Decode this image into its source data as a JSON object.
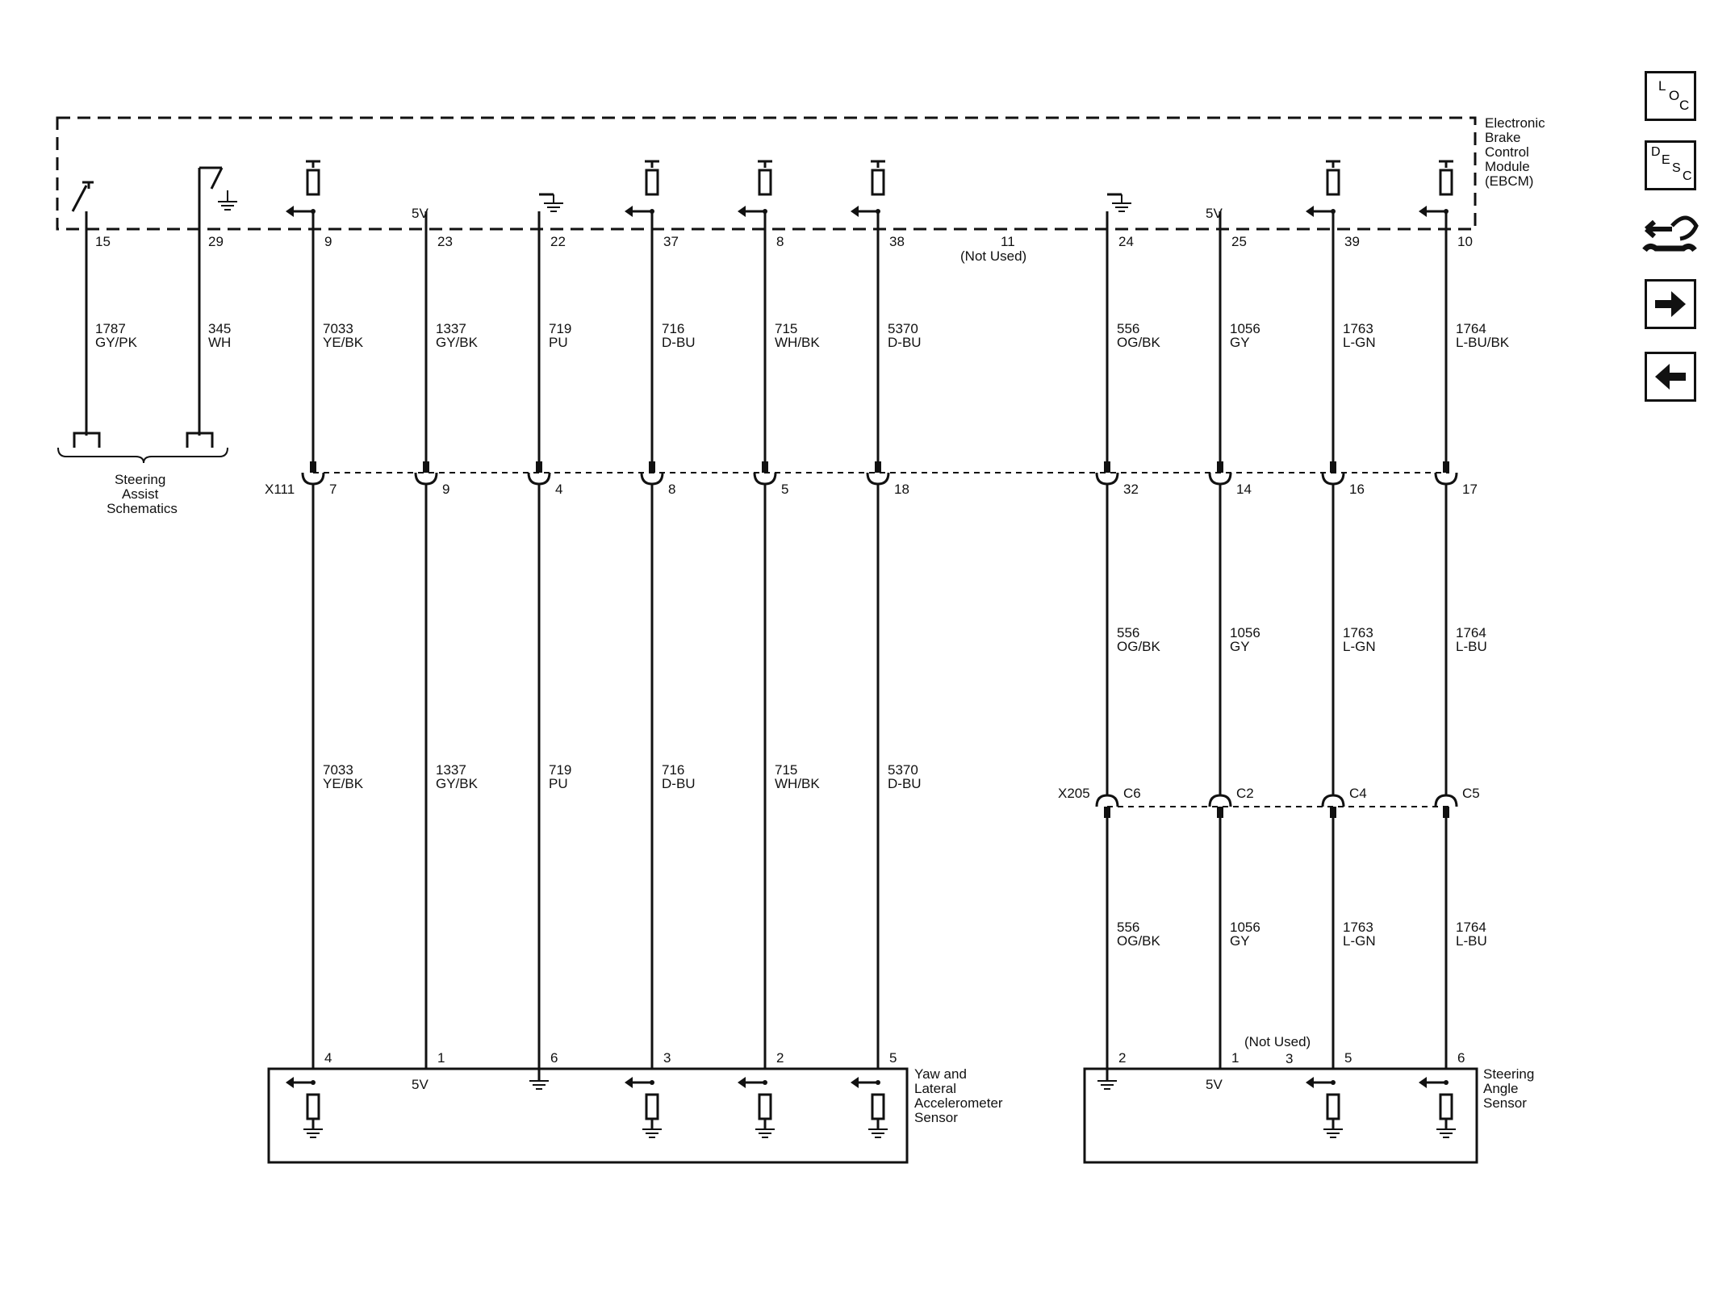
{
  "module": {
    "label_lines": [
      "Electronic",
      "Brake",
      "Control",
      "Module",
      "(EBCM)"
    ]
  },
  "supply_5v": "5V",
  "x111_label": "X111",
  "x205_label": "X205",
  "not_used": "(Not Used)",
  "steering_assist": {
    "label_lines": [
      "Steering",
      "Assist",
      "Schematics"
    ],
    "wires": [
      {
        "pin": "15",
        "circuit": "1787",
        "color": "GY/PK"
      },
      {
        "pin": "29",
        "circuit": "345",
        "color": "WH"
      }
    ]
  },
  "ebcm_pin_11": "11",
  "signal_wires": [
    {
      "ebcm_pin": "9",
      "circuit": "7033",
      "color": "YE/BK",
      "x111_pin": "7",
      "sensor_pin": "4"
    },
    {
      "ebcm_pin": "23",
      "circuit": "1337",
      "color": "GY/BK",
      "x111_pin": "9",
      "sensor_pin": "1"
    },
    {
      "ebcm_pin": "22",
      "circuit": "719",
      "color": "PU",
      "x111_pin": "4",
      "sensor_pin": "6"
    },
    {
      "ebcm_pin": "37",
      "circuit": "716",
      "color": "D-BU",
      "x111_pin": "8",
      "sensor_pin": "3"
    },
    {
      "ebcm_pin": "8",
      "circuit": "715",
      "color": "WH/BK",
      "x111_pin": "5",
      "sensor_pin": "2"
    },
    {
      "ebcm_pin": "38",
      "circuit": "5370",
      "color": "D-BU",
      "x111_pin": "18",
      "sensor_pin": "5"
    }
  ],
  "steering_wires": [
    {
      "ebcm_pin": "24",
      "circuit": "556",
      "color_top": "OG/BK",
      "color_lower": "OG/BK",
      "x111_pin": "32",
      "x205_pin": "C6",
      "sensor_pin": "2"
    },
    {
      "ebcm_pin": "25",
      "circuit": "1056",
      "color_top": "GY",
      "color_lower": "GY",
      "x111_pin": "14",
      "x205_pin": "C2",
      "sensor_pin": "1"
    },
    {
      "ebcm_pin": "39",
      "circuit": "1763",
      "color_top": "L-GN",
      "color_lower": "L-GN",
      "x111_pin": "16",
      "x205_pin": "C4",
      "sensor_pin": "5"
    },
    {
      "ebcm_pin": "10",
      "circuit": "1764",
      "color_top": "L-BU/BK",
      "color_lower": "L-BU",
      "x111_pin": "17",
      "x205_pin": "C5",
      "sensor_pin": "6"
    }
  ],
  "yaw_sensor": {
    "label_lines": [
      "Yaw and",
      "Lateral",
      "Accelerometer",
      "Sensor"
    ]
  },
  "steering_sensor": {
    "label_lines": [
      "Steering",
      "Angle",
      "Sensor"
    ],
    "unused_pin": "3"
  },
  "nav": {
    "loc": [
      "L",
      "O",
      "C"
    ],
    "desc": [
      "D",
      "E",
      "S",
      "C"
    ]
  }
}
